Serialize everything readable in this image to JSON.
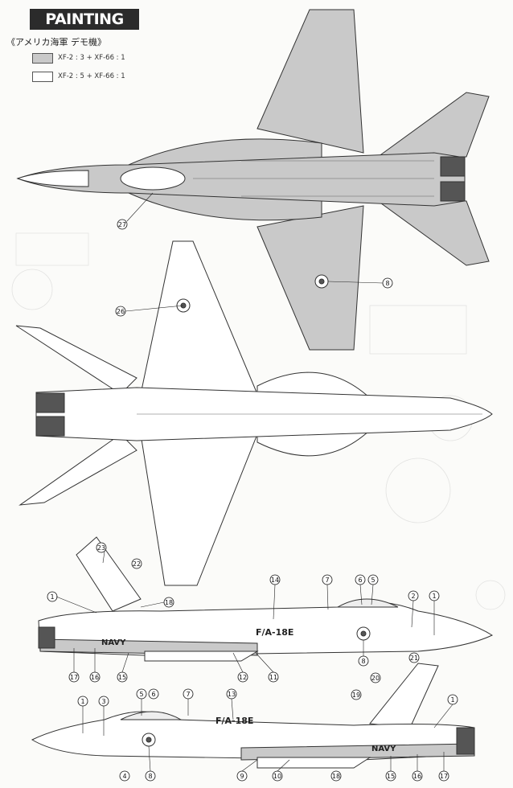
{
  "header": {
    "title": "PAINTING",
    "subtitle": "《アメリカ海軍 デモ機》"
  },
  "legend": [
    {
      "label": "XF-2 : 3 + XF-66 : 1",
      "color": "#c9c9c9"
    },
    {
      "label": "XF-2 : 5 + XF-66 : 1",
      "color": "#ffffff"
    }
  ],
  "markings": {
    "designation": "F/A-18E",
    "service": "NAVY"
  },
  "callouts": {
    "top_view": [
      "27",
      "8"
    ],
    "bottom_view": [
      "26"
    ],
    "left_profile": [
      "23",
      "22",
      "1",
      "18",
      "14",
      "7",
      "6",
      "5",
      "2",
      "1",
      "8",
      "21",
      "17",
      "16",
      "15",
      "12",
      "11"
    ],
    "right_profile": [
      "5",
      "6",
      "7",
      "13",
      "20",
      "19",
      "1",
      "1",
      "3",
      "4",
      "8",
      "9",
      "10",
      "18",
      "15",
      "16",
      "17"
    ]
  },
  "colors": {
    "primary_gray": "#c9c9c9",
    "white": "#ffffff",
    "dark_gray": "#555555",
    "line": "#333333"
  }
}
